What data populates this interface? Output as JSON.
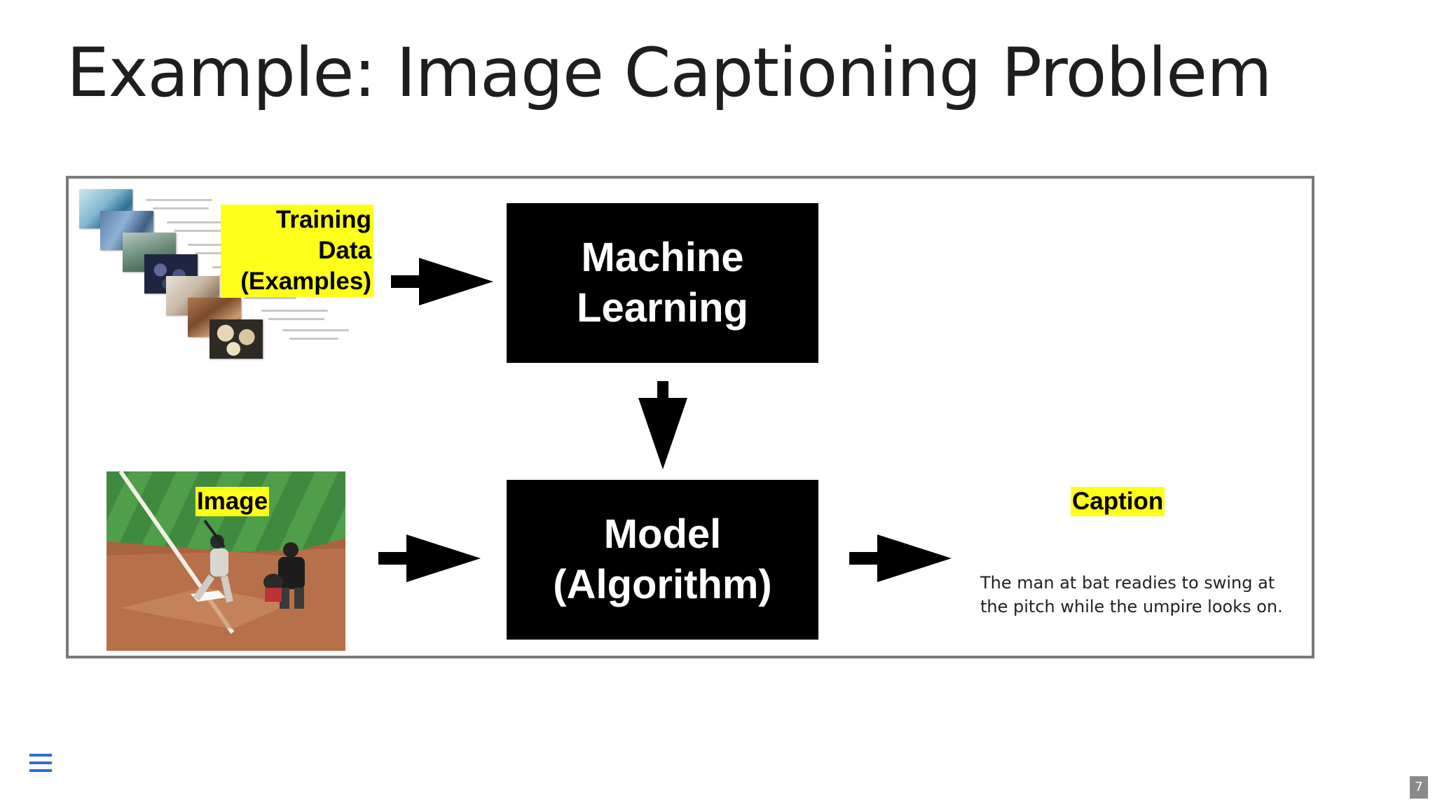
{
  "slide": {
    "title": "Example: Image Captioning Problem",
    "page_number": "7"
  },
  "diagram": {
    "training_label_line1": "Training Data",
    "training_label_line2": "(Examples)",
    "ml_box_line1": "Machine",
    "ml_box_line2": "Learning",
    "model_box_line1": "Model",
    "model_box_line2": "(Algorithm)",
    "image_label": "Image",
    "caption_label": "Caption",
    "caption_text": "The man at bat readies to swing at the pitch while the umpire looks on."
  },
  "icons": {
    "menu": "hamburger-menu-icon"
  },
  "colors": {
    "highlight": "#ffff1a",
    "box": "#000000",
    "frame": "#7a7a7a",
    "menu": "#2a6fd6"
  }
}
